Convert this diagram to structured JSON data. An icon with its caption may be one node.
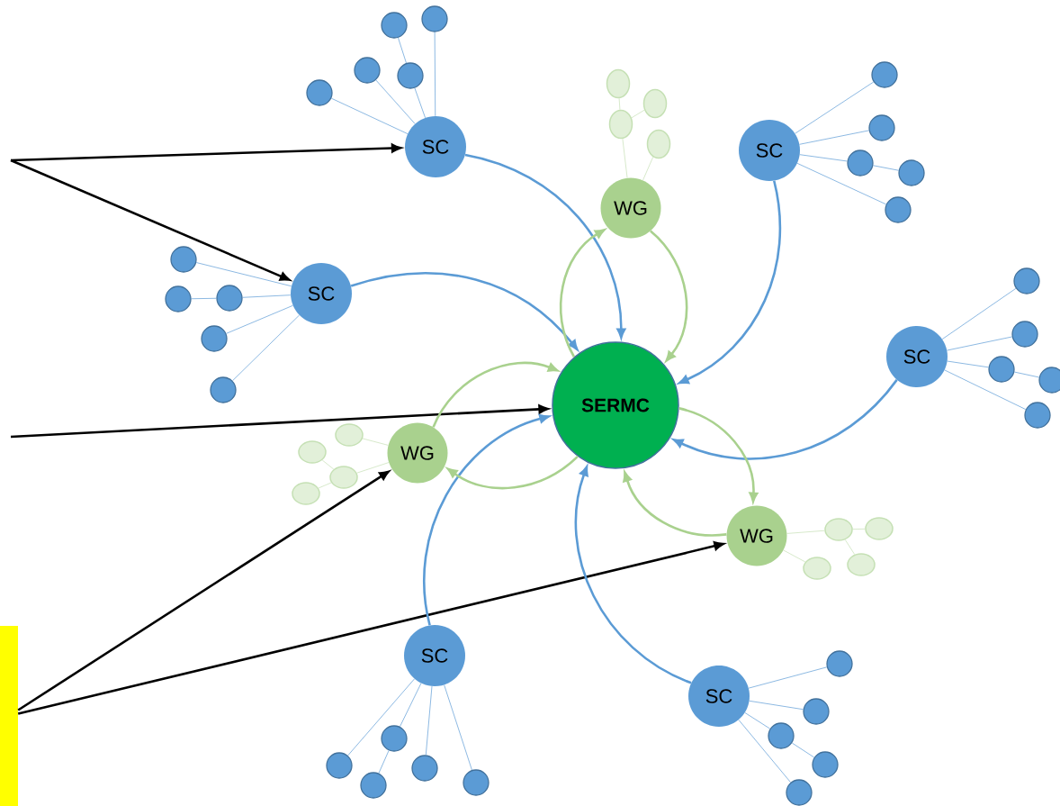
{
  "diagram": {
    "nodes": [
      {
        "text": [
          "SERMC"
        ]
      },
      {
        "text": [
          "SC"
        ]
      },
      {
        "text": [
          "SC"
        ]
      },
      {
        "text": [
          "SC"
        ]
      },
      {
        "text": [
          "SC"
        ]
      },
      {
        "text": [
          "SC"
        ]
      },
      {
        "text": [
          "SC"
        ]
      },
      {
        "text": [
          "WG"
        ]
      },
      {
        "text": [
          "WG"
        ]
      },
      {
        "text": [
          "WG"
        ]
      },
      {
        "text": [],
        "shape": "bar"
      },
      {
        "text": [],
        "shape": "circle"
      },
      {
        "text": [],
        "shape": "circle"
      },
      {
        "text": [],
        "shape": "circle"
      },
      {
        "text": [],
        "shape": "circle"
      },
      {
        "text": [],
        "shape": "circle"
      },
      {
        "text": [],
        "shape": "circle"
      },
      {
        "text": [],
        "shape": "circle"
      },
      {
        "text": [],
        "shape": "circle"
      },
      {
        "text": [],
        "shape": "circle"
      },
      {
        "text": [],
        "shape": "circle"
      },
      {
        "text": [],
        "shape": "circle"
      },
      {
        "text": [],
        "shape": "circle"
      },
      {
        "text": [],
        "shape": "circle"
      },
      {
        "text": [],
        "shape": "circle"
      },
      {
        "text": [],
        "shape": "circle"
      },
      {
        "text": [],
        "shape": "circle"
      },
      {
        "text": [],
        "shape": "circle"
      },
      {
        "text": [],
        "shape": "circle"
      },
      {
        "text": [],
        "shape": "circle"
      },
      {
        "text": [],
        "shape": "circle"
      },
      {
        "text": [],
        "shape": "circle"
      },
      {
        "text": [],
        "shape": "circle"
      },
      {
        "text": [],
        "shape": "circle"
      },
      {
        "text": [],
        "shape": "circle"
      },
      {
        "text": [],
        "shape": "circle"
      },
      {
        "text": [],
        "shape": "circle"
      },
      {
        "text": [],
        "shape": "circle"
      },
      {
        "text": [],
        "shape": "circle"
      },
      {
        "text": [],
        "shape": "circle"
      },
      {
        "text": [],
        "shape": "circle"
      },
      {
        "text": [],
        "shape": "ellipse"
      },
      {
        "text": [],
        "shape": "ellipse"
      },
      {
        "text": [],
        "shape": "ellipse"
      },
      {
        "text": [],
        "shape": "ellipse"
      },
      {
        "text": [],
        "shape": "ellipse"
      },
      {
        "text": [],
        "shape": "ellipse"
      },
      {
        "text": [],
        "shape": "ellipse"
      },
      {
        "text": [],
        "shape": "ellipse"
      },
      {
        "text": [],
        "shape": "ellipse"
      },
      {
        "text": [],
        "shape": "ellipse"
      },
      {
        "text": [],
        "shape": "ellipse"
      },
      {
        "text": [],
        "shape": "ellipse"
      }
    ],
    "edges": [
      {
        "from": null,
        "to": 1,
        "arrow": "to",
        "style": "thick",
        "color": "#000000"
      },
      {
        "from": null,
        "to": 2,
        "arrow": "to",
        "style": "thick",
        "color": "#000000"
      },
      {
        "from": null,
        "to": 0,
        "arrow": "to",
        "style": "thick",
        "color": "#000000"
      },
      {
        "from": 10,
        "to": 8,
        "arrow": "to",
        "style": "thick",
        "color": "#000000"
      },
      {
        "from": 10,
        "to": 9,
        "arrow": "to",
        "style": "thick",
        "color": "#000000"
      },
      {
        "from": 1,
        "to": 0,
        "arrow": "to",
        "style": "thick"
      },
      {
        "from": 2,
        "to": 0,
        "arrow": "to",
        "style": "thick"
      },
      {
        "from": 3,
        "to": 0,
        "arrow": "to",
        "style": "thick"
      },
      {
        "from": 4,
        "to": 0,
        "arrow": "to",
        "style": "thick"
      },
      {
        "from": 5,
        "to": 0,
        "arrow": "to",
        "style": "thick"
      },
      {
        "from": 6,
        "to": 0,
        "arrow": "to",
        "style": "thick"
      },
      {
        "from": 0,
        "to": 7,
        "arrow": "to",
        "style": "thick",
        "color": "#a9d18e"
      },
      {
        "from": 7,
        "to": 0,
        "arrow": "to",
        "style": "thick",
        "color": "#a9d18e"
      },
      {
        "from": 8,
        "to": 0,
        "arrow": "to",
        "style": "thick",
        "color": "#a9d18e"
      },
      {
        "from": 0,
        "to": 8,
        "arrow": "to",
        "style": "thick",
        "color": "#a9d18e"
      },
      {
        "from": 0,
        "to": 9,
        "arrow": "to",
        "style": "thick",
        "color": "#a9d18e"
      },
      {
        "from": 9,
        "to": 0,
        "arrow": "to",
        "style": "thick",
        "color": "#a9d18e"
      },
      {
        "from": 1,
        "to": 11,
        "arrow": "none"
      },
      {
        "from": 1,
        "to": 12,
        "arrow": "none"
      },
      {
        "from": 1,
        "to": 13,
        "arrow": "none"
      },
      {
        "from": 13,
        "to": 14,
        "arrow": "none"
      },
      {
        "from": 1,
        "to": 15,
        "arrow": "none"
      },
      {
        "from": 2,
        "to": 16,
        "arrow": "none"
      },
      {
        "from": 2,
        "to": 18,
        "arrow": "none"
      },
      {
        "from": 18,
        "to": 17,
        "arrow": "none"
      },
      {
        "from": 2,
        "to": 19,
        "arrow": "none"
      },
      {
        "from": 2,
        "to": 20,
        "arrow": "none"
      },
      {
        "from": 3,
        "to": 21,
        "arrow": "none"
      },
      {
        "from": 3,
        "to": 22,
        "arrow": "none"
      },
      {
        "from": 3,
        "to": 23,
        "arrow": "none"
      },
      {
        "from": 23,
        "to": 24,
        "arrow": "none"
      },
      {
        "from": 3,
        "to": 25,
        "arrow": "none"
      },
      {
        "from": 4,
        "to": 26,
        "arrow": "none"
      },
      {
        "from": 4,
        "to": 27,
        "arrow": "none"
      },
      {
        "from": 4,
        "to": 28,
        "arrow": "none"
      },
      {
        "from": 28,
        "to": 29,
        "arrow": "none"
      },
      {
        "from": 4,
        "to": 30,
        "arrow": "none"
      },
      {
        "from": 5,
        "to": 31,
        "arrow": "none"
      },
      {
        "from": 5,
        "to": 32,
        "arrow": "none"
      },
      {
        "from": 32,
        "to": 33,
        "arrow": "none"
      },
      {
        "from": 5,
        "to": 34,
        "arrow": "none"
      },
      {
        "from": 5,
        "to": 35,
        "arrow": "none"
      },
      {
        "from": 6,
        "to": 36,
        "arrow": "none"
      },
      {
        "from": 6,
        "to": 37,
        "arrow": "none"
      },
      {
        "from": 6,
        "to": 38,
        "arrow": "none"
      },
      {
        "from": 38,
        "to": 39,
        "arrow": "none"
      },
      {
        "from": 6,
        "to": 40,
        "arrow": "none"
      },
      {
        "from": 7,
        "to": 43,
        "arrow": "none",
        "color": "#c5e0b4"
      },
      {
        "from": 43,
        "to": 41,
        "arrow": "none",
        "color": "#c5e0b4"
      },
      {
        "from": 43,
        "to": 42,
        "arrow": "none",
        "color": "#c5e0b4"
      },
      {
        "from": 7,
        "to": 44,
        "arrow": "none",
        "color": "#c5e0b4"
      },
      {
        "from": 8,
        "to": 45,
        "arrow": "none",
        "color": "#c5e0b4"
      },
      {
        "from": 8,
        "to": 47,
        "arrow": "none",
        "color": "#c5e0b4"
      },
      {
        "from": 47,
        "to": 46,
        "arrow": "none",
        "color": "#c5e0b4"
      },
      {
        "from": 47,
        "to": 48,
        "arrow": "none",
        "color": "#c5e0b4"
      },
      {
        "from": 9,
        "to": 49,
        "arrow": "none",
        "color": "#c5e0b4"
      },
      {
        "from": 49,
        "to": 50,
        "arrow": "none",
        "color": "#c5e0b4"
      },
      {
        "from": 49,
        "to": 52,
        "arrow": "none",
        "color": "#c5e0b4"
      },
      {
        "from": 9,
        "to": 51,
        "arrow": "none",
        "color": "#c5e0b4"
      }
    ]
  }
}
